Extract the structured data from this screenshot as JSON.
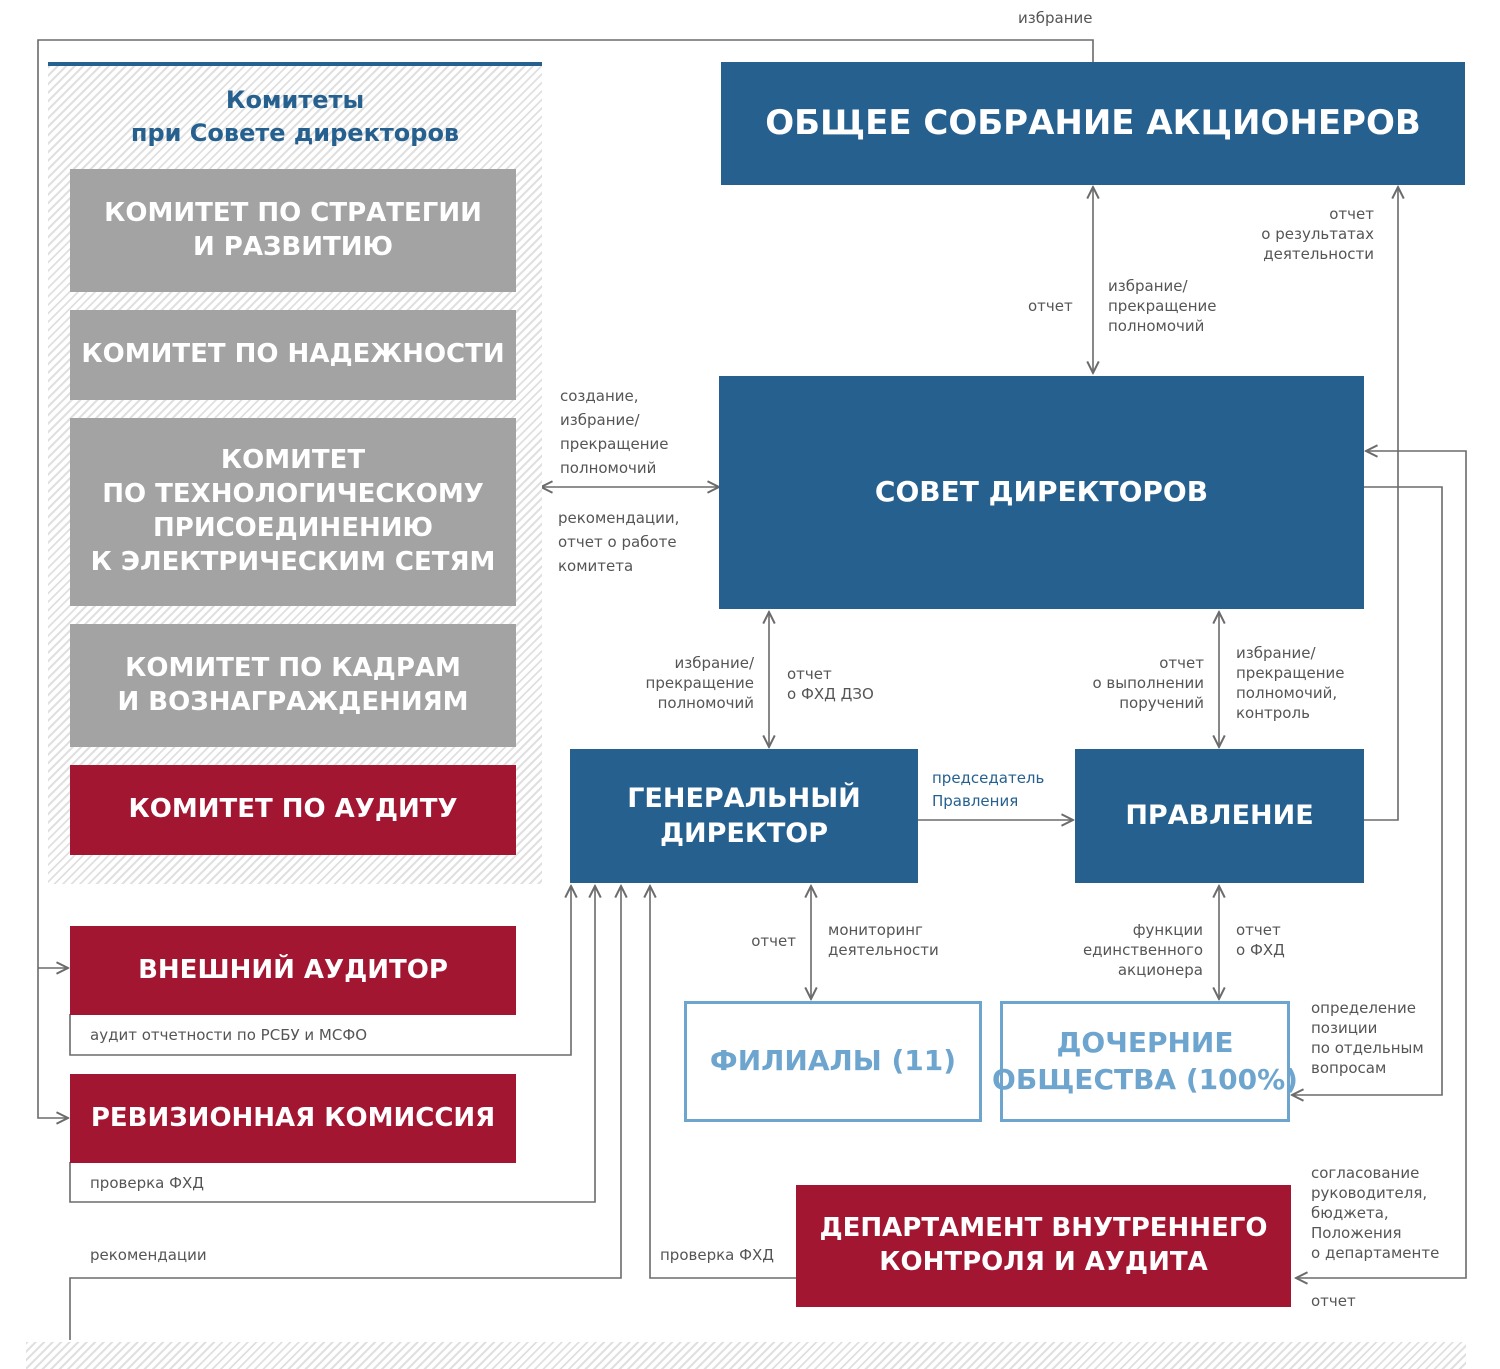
{
  "title_box": "ОБЩЕЕ СОБРАНИЕ АКЦИОНЕРОВ",
  "board": "СОВЕТ ДИРЕКТОРОВ",
  "ceo": "ГЕНЕРАЛЬНЫЙ\nДИРЕКТОР",
  "management_board": "ПРАВЛЕНИЕ",
  "branches": "ФИЛИАЛЫ (11)",
  "subsidiaries": "ДОЧЕРНИЕ\nОБЩЕСТВА (100%)",
  "committees": {
    "title": "Комитеты\nпри Совете директоров",
    "items": [
      "КОМИТЕТ ПО СТРАТЕГИИ\nИ РАЗВИТИЮ",
      "КОМИТЕТ ПО НАДЕЖНОСТИ",
      "КОМИТЕТ\nПО ТЕХНОЛОГИЧЕСКОМУ\nПРИСОЕДИНЕНИЮ\nК ЭЛЕКТРИЧЕСКИМ СЕТЯМ",
      "КОМИТЕТ ПО КАДРАМ\nИ ВОЗНАГРАЖДЕНИЯМ",
      "КОМИТЕТ ПО АУДИТУ"
    ]
  },
  "external_auditor": "ВНЕШНИЙ АУДИТОР",
  "external_auditor_note": "аудит отчетности по РСБУ и МСФО",
  "audit_commission": "РЕВИЗИОННАЯ КОМИССИЯ",
  "audit_commission_note": "проверка ФХД",
  "internal_audit": "ДЕПАРТАМЕНТ ВНУТРЕННЕГО\nКОНТРОЛЯ И АУДИТА",
  "labels": {
    "election_top": "избрание",
    "report_gsm": "отчет",
    "election_board": "избрание/\nпрекращение\nполномочий",
    "report_results": "отчет\nо результатах\nдеятельности",
    "committee_create": "создание,\nизбрание/\nпрекращение\nполномочий",
    "committee_recommend": "рекомендации,\nотчет о работе\nкомитета",
    "ceo_election": "избрание/\nпрекращение\nполномочий",
    "ceo_report": "отчет\nо ФХД ДЗО",
    "mb_report": "отчет\nо выполнении\nпоручений",
    "mb_election": "избрание/\nпрекращение\nполномочий,\nконтроль",
    "chairman": "председатель\nПравления",
    "branches_report": "отчет",
    "branches_monitor": "мониторинг\nдеятельности",
    "sub_functions": "функции\nединственного\nакционера",
    "sub_report": "отчет\nо ФХД",
    "sub_position": "определение\nпозиции\nпо отдельным\nвопросам",
    "recommendations": "рекомендации",
    "check_fhd": "проверка ФХД",
    "dept_approval": "согласование\nруководителя,\nбюджета,\nПоложения\nо департаменте",
    "dept_report": "отчет"
  }
}
